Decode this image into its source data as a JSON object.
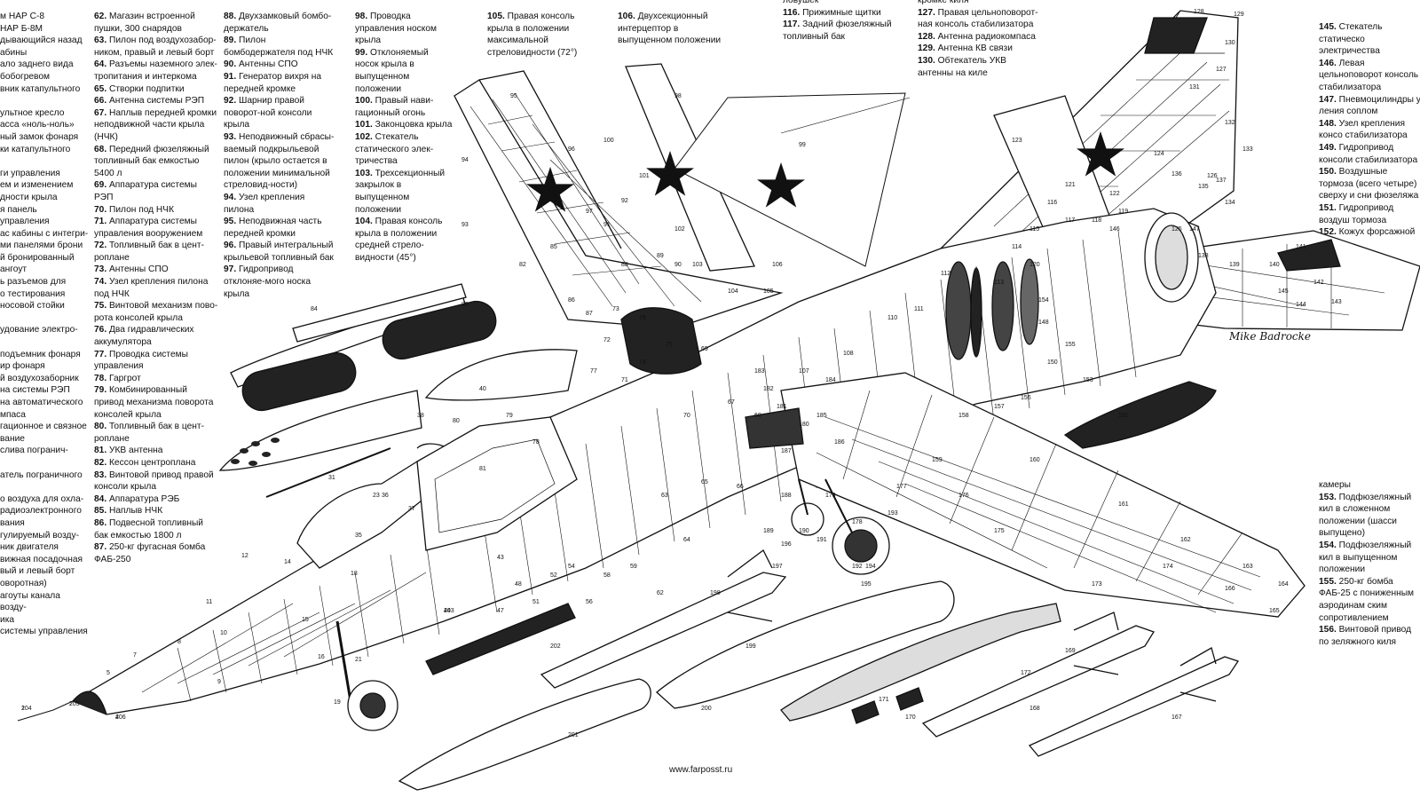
{
  "legend_columns": [
    {
      "id": "col0",
      "items": [
        {
          "text": "м НАР С-8"
        },
        {
          "text": "НАР Б-8М"
        },
        {
          "text": "дывающийся назад"
        },
        {
          "text": "абины"
        },
        {
          "text": "ало заднего вида"
        },
        {
          "text": "бобогревом"
        },
        {
          "text": "вник катапультного"
        },
        {
          "text": ""
        },
        {
          "text": "ультное кресло"
        },
        {
          "text": "асса «ноль-ноль»"
        },
        {
          "text": "ный замок фонаря"
        },
        {
          "text": "ки катапультного"
        },
        {
          "text": ""
        },
        {
          "text": "ги управления"
        },
        {
          "text": "ем и изменением"
        },
        {
          "text": "дности крыла"
        },
        {
          "text": "я панель управления"
        },
        {
          "text": "ас кабины с интегри-"
        },
        {
          "text": "ми панелями брони"
        },
        {
          "text": "й бронированный"
        },
        {
          "text": "ангоут"
        },
        {
          "text": "ь разъемов для"
        },
        {
          "text": "о тестирования"
        },
        {
          "text": "носовой стойки"
        },
        {
          "text": ""
        },
        {
          "text": "удование электро-"
        },
        {
          "text": ""
        },
        {
          "text": "подъемник фонаря"
        },
        {
          "text": "ир фонаря"
        },
        {
          "text": "й воздухозаборник"
        },
        {
          "text": "на системы РЭП"
        },
        {
          "text": "на автоматического"
        },
        {
          "text": "мпаса"
        },
        {
          "text": "гационное и связное"
        },
        {
          "text": "вание"
        },
        {
          "text": "слива погранич-"
        },
        {
          "text": ""
        },
        {
          "text": "атель пограничного"
        },
        {
          "text": ""
        },
        {
          "text": "о воздуха для охла-"
        },
        {
          "text": "радиоэлектронного"
        },
        {
          "text": "вания"
        },
        {
          "text": "гулируемый возду-"
        },
        {
          "text": "ник двигателя"
        },
        {
          "text": "вижная посадочная"
        },
        {
          "text": "вый и левый борт"
        },
        {
          "text": "оворотная)"
        },
        {
          "text": "агоуты канала возду-"
        },
        {
          "text": "ика"
        },
        {
          "text": "системы управления"
        }
      ]
    },
    {
      "id": "col1",
      "items": [
        {
          "num": "62.",
          "text": "Магазин встроенной пушки, 300 снарядов"
        },
        {
          "num": "63.",
          "text": "Пилон под воздухозабор-ником, правый и левый борт"
        },
        {
          "num": "64.",
          "text": "Разъемы наземного элек-тропитания и интеркома"
        },
        {
          "num": "65.",
          "text": "Створки подпитки"
        },
        {
          "num": "66.",
          "text": "Антенна системы РЭП"
        },
        {
          "num": "67.",
          "text": "Наплыв передней кромки неподвижной части крыла (НЧК)"
        },
        {
          "num": "68.",
          "text": "Передний фюзеляжный топливный бак емкостью 5400 л"
        },
        {
          "num": "69.",
          "text": "Аппаратура системы РЭП"
        },
        {
          "num": "70.",
          "text": "Пилон под НЧК"
        },
        {
          "num": "71.",
          "text": "Аппаратура системы управления вооружением"
        },
        {
          "num": "72.",
          "text": "Топливный бак в цент-роплане"
        },
        {
          "num": "73.",
          "text": "Антенны СПО"
        },
        {
          "num": "74.",
          "text": "Узел крепления пилона под НЧК"
        },
        {
          "num": "75.",
          "text": "Винтовой механизм пово-рота консолей крыла"
        },
        {
          "num": "76.",
          "text": "Два гидравлических аккумулятора"
        },
        {
          "num": "77.",
          "text": "Проводка системы управления"
        },
        {
          "num": "78.",
          "text": "Гаргрот"
        },
        {
          "num": "79.",
          "text": "Комбинированный привод механизма поворота консолей крыла"
        },
        {
          "num": "80.",
          "text": "Топливный бак в цент-роплане"
        },
        {
          "num": "81.",
          "text": "УКВ антенна"
        },
        {
          "num": "82.",
          "text": "Кессон центроплана"
        },
        {
          "num": "83.",
          "text": "Винтовой привод правой консоли крыла"
        },
        {
          "num": "84.",
          "text": "Аппаратура РЭБ"
        },
        {
          "num": "85.",
          "text": "Наплыв НЧК"
        },
        {
          "num": "86.",
          "text": "Подвесной топливный бак емкостью 1800 л"
        },
        {
          "num": "87.",
          "text": "250-кг фугасная бомба ФАБ-250"
        }
      ]
    },
    {
      "id": "col2",
      "items": [
        {
          "num": "88.",
          "text": "Двухзамковый бомбо-держатель"
        },
        {
          "num": "89.",
          "text": "Пилон бомбодержателя под НЧК"
        },
        {
          "num": "90.",
          "text": "Антенны СПО"
        },
        {
          "num": "91.",
          "text": "Генератор вихря на передней кромке"
        },
        {
          "num": "92.",
          "text": "Шарнир правой поворот-ной консоли крыла"
        },
        {
          "num": "93.",
          "text": "Неподвижный сбрасы-ваемый подкрыльевой пилон (крыло остается в положении минимальной стреловид-ности)"
        },
        {
          "num": "94.",
          "text": "Узел крепления пилона"
        },
        {
          "num": "95.",
          "text": "Неподвижная часть передней кромки"
        },
        {
          "num": "96.",
          "text": "Правый интегральный крыльевой топливный бак"
        },
        {
          "num": "97.",
          "text": "Гидропривод отклоняе-мого носка крыла"
        }
      ]
    },
    {
      "id": "col3",
      "items": [
        {
          "num": "98.",
          "text": "Проводка управления носком крыла"
        },
        {
          "num": "99.",
          "text": "Отклоняемый носок крыла в выпущенном положении"
        },
        {
          "num": "100.",
          "text": "Правый нави-гационный огонь"
        },
        {
          "num": "101.",
          "text": "Законцовка крыла"
        },
        {
          "num": "102.",
          "text": "Стекатель статического элек-тричества"
        },
        {
          "num": "103.",
          "text": "Трехсекционный закрылок в выпущенном положении"
        },
        {
          "num": "104.",
          "text": "Правая консоль крыла в положении средней стрело-видности (45°)"
        }
      ]
    },
    {
      "id": "col4",
      "items": [
        {
          "num": "105.",
          "text": "Правая консоль крыла в положении максимальной стреловидности (72°)"
        }
      ]
    },
    {
      "id": "col5",
      "items": [
        {
          "num": "106.",
          "text": "Двухсекционный интерцептор в выпущенном положении"
        }
      ]
    },
    {
      "id": "col6",
      "items": [
        {
          "text": "ловушек"
        },
        {
          "num": "116.",
          "text": "Прижимные щитки"
        },
        {
          "num": "117.",
          "text": "Задний фюзеляжный топливный бак"
        }
      ]
    },
    {
      "id": "col7",
      "items": [
        {
          "text": "кромке киля"
        },
        {
          "num": "127.",
          "text": "Правая цельноповорот-ная консоль стабилизатора"
        },
        {
          "num": "128.",
          "text": "Антенна радиокомпаса"
        },
        {
          "num": "129.",
          "text": "Антенна КВ связи"
        },
        {
          "num": "130.",
          "text": "Обтекатель УКВ антенны на киле"
        }
      ]
    },
    {
      "id": "col8",
      "items": [
        {
          "num": "145.",
          "text": "Стекатель статическо электричества"
        },
        {
          "num": "146.",
          "text": "Левая цельноповорот консоль стабилизатора"
        },
        {
          "num": "147.",
          "text": "Пневмоцилиндры у ления соплом"
        },
        {
          "num": "148.",
          "text": "Узел крепления консо стабилизатора"
        },
        {
          "num": "149.",
          "text": "Гидропривод консоли стабилизатора"
        },
        {
          "num": "150.",
          "text": "Воздушные тормоза (всего четыре) сверху и сни фюзеляжа"
        },
        {
          "num": "151.",
          "text": "Гидропривод воздуш тормоза"
        },
        {
          "num": "152.",
          "text": "Кожух форсажной"
        }
      ]
    },
    {
      "id": "col9",
      "items": [
        {
          "text": "камеры"
        },
        {
          "num": "153.",
          "text": "Подфюзеляжный кил в сложенном положении (шасси выпущено)"
        },
        {
          "num": "154.",
          "text": "Подфюзеляжный кил в выпущенном положении"
        },
        {
          "num": "155.",
          "text": "250-кг бомба ФАБ-25 с пониженным аэродинам ским сопротивлением"
        },
        {
          "num": "156.",
          "text": "Винтовой привод по зеляжного киля"
        }
      ]
    }
  ],
  "artist_signature": "Mike Badrocke",
  "source_credit": "www.farposst.ru",
  "callouts": [
    "1",
    "2",
    "4",
    "5",
    "7",
    "8",
    "9",
    "10",
    "11",
    "12",
    "14",
    "15",
    "16",
    "18",
    "19",
    "21",
    "23",
    "31",
    "35",
    "36",
    "37",
    "38",
    "40",
    "43",
    "44",
    "47",
    "48",
    "51",
    "52",
    "54",
    "56",
    "58",
    "59",
    "62",
    "63",
    "64",
    "65",
    "66",
    "67",
    "68",
    "69",
    "70",
    "71",
    "72",
    "73",
    "74",
    "75",
    "76",
    "77",
    "78",
    "79",
    "80",
    "81",
    "82",
    "83",
    "84",
    "85",
    "86",
    "87",
    "88",
    "89",
    "90",
    "91",
    "92",
    "93",
    "94",
    "95",
    "96",
    "97",
    "98",
    "99",
    "100",
    "101",
    "102",
    "103",
    "104",
    "105",
    "106",
    "107",
    "108",
    "110",
    "111",
    "112",
    "113",
    "114",
    "115",
    "116",
    "117",
    "118",
    "119",
    "120",
    "121",
    "122",
    "123",
    "124",
    "125",
    "126",
    "127",
    "128",
    "129",
    "130",
    "131",
    "132",
    "133",
    "134",
    "135",
    "136",
    "137",
    "138",
    "139",
    "140",
    "141",
    "142",
    "143",
    "144",
    "145",
    "146",
    "147",
    "148",
    "150",
    "151",
    "153",
    "154",
    "155",
    "156",
    "157",
    "158",
    "159",
    "160",
    "161",
    "162",
    "163",
    "164",
    "165",
    "166",
    "167",
    "168",
    "169",
    "170",
    "171",
    "172",
    "173",
    "174",
    "175",
    "176",
    "177",
    "178",
    "179",
    "180",
    "181",
    "182",
    "183",
    "184",
    "185",
    "186",
    "187",
    "188",
    "189",
    "190",
    "191",
    "192",
    "193",
    "194",
    "195",
    "196",
    "197",
    "198",
    "199",
    "200",
    "201",
    "202",
    "203",
    "204",
    "205",
    "206"
  ]
}
